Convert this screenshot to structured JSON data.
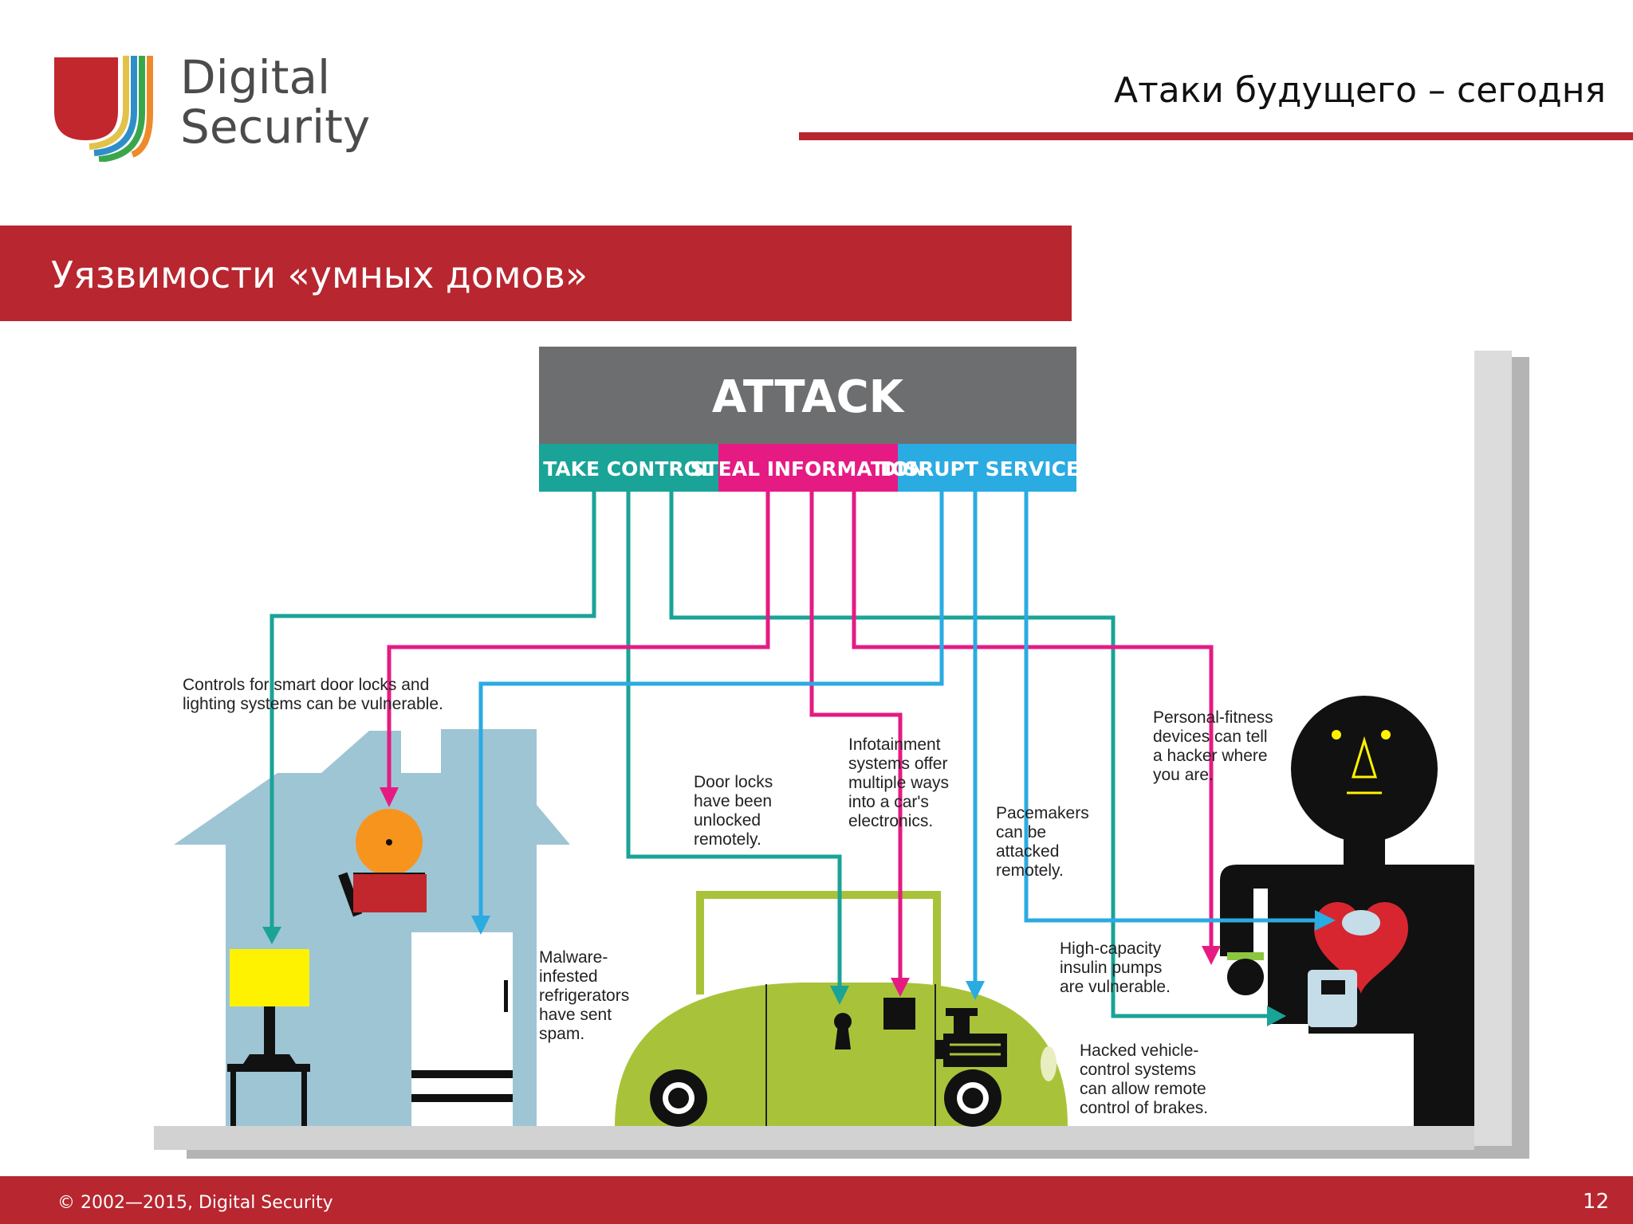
{
  "logo": {
    "line1": "Digital",
    "line2": "Security"
  },
  "header": {
    "title": "Атаки будущего – сегодня"
  },
  "section": {
    "title": "Уязвимости «умных домов»"
  },
  "infographic": {
    "attack_label": "ATTACK",
    "categories": [
      {
        "label": "TAKE CONTROL",
        "color": "#1aa397"
      },
      {
        "label": "STEAL INFORMATION",
        "color": "#e51b83"
      },
      {
        "label": "DISRUPT SERVICES",
        "color": "#2aabe2"
      }
    ],
    "captions": {
      "door_locks_lighting": [
        "Controls for smart door locks and",
        "lighting systems can be vulnerable."
      ],
      "fitness": [
        "Personal-fitness",
        "devices can tell",
        "a hacker where",
        "you are."
      ],
      "infotainment": [
        "Infotainment",
        "systems offer",
        "multiple ways",
        "into a car's",
        "electronics."
      ],
      "car_door_locks": [
        "Door locks",
        "have been",
        "unlocked",
        "remotely."
      ],
      "pacemakers": [
        "Pacemakers",
        "can be",
        "attacked",
        "remotely."
      ],
      "refrigerators": [
        "Malware-",
        "infested",
        "refrigerators",
        "have sent",
        "spam."
      ],
      "insulin": [
        "High-capacity",
        "insulin pumps",
        "are vulnerable."
      ],
      "vehicle_control": [
        "Hacked vehicle-",
        "control systems",
        "can allow remote",
        "control of brakes."
      ]
    }
  },
  "footer": {
    "copyright": "© 2002—2015, Digital Security",
    "page": "12"
  }
}
